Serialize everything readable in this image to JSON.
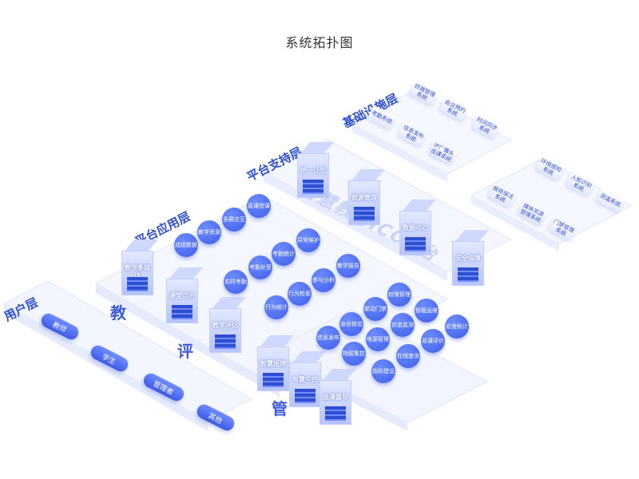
{
  "title": "系统拓扑图",
  "layers": {
    "user": "用户层",
    "app": "平台应用层",
    "support": "平台支持层",
    "infra": "基础设施层"
  },
  "platform_name": "智慧教育ICC平台",
  "side_chars": [
    "教",
    "评",
    "管"
  ],
  "users": [
    "教师",
    "学生",
    "管理者",
    "其他"
  ],
  "app_boxes": [
    "教学多媒体",
    "课堂点名",
    "教学评估"
  ],
  "app_circles_top": [
    "成绩数据",
    "教学资源",
    "多屏交互",
    "直课授课"
  ],
  "app_circles_mid": [
    "实时考勤",
    "考勤补签",
    "考勤统计",
    "异常维护"
  ],
  "app_circles_low": [
    "行为统计",
    "行为检索",
    "参与分析",
    "教学报告"
  ],
  "manage_boxes": [
    "智慧班牌",
    "智慧中控",
    "巡课督导"
  ],
  "manage_circles": [
    "信息发布",
    "身份核验",
    "联动门禁",
    "权限管理",
    "物联集控",
    "电源管理",
    "状态监测",
    "智能运维",
    "指标建设",
    "在线查询",
    "巡课评价",
    "巡查统计"
  ],
  "support_boxes": [
    "统一计划",
    "资源管理",
    "数据中心",
    "安全保障"
  ],
  "infra_row1": [
    "终端管理系统",
    "会议预约系统",
    "时间同步系统"
  ],
  "infra_row2": [
    "考勤系统",
    "信息发布系统",
    "IP广播头巡课系统"
  ],
  "infra_row3": [
    "环境感知系统",
    "人脸识别系统",
    "测温系统"
  ],
  "infra_row4": [
    "报修保洁系统",
    "媒体资源管理系统",
    "门禁管理系统"
  ]
}
